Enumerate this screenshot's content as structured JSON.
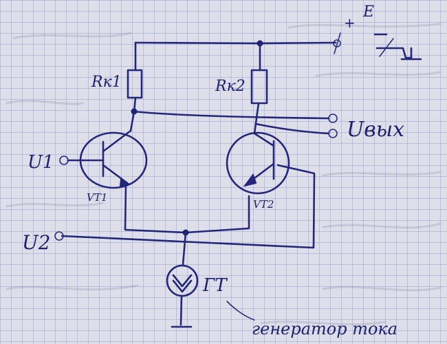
{
  "labels": {
    "e_sign": "+",
    "e_name": "E",
    "rk1": "Rк1",
    "rk2": "Rк2",
    "u1": "U1",
    "u2": "U2",
    "u_out": "Uвых",
    "vt1": "VT1",
    "vt2": "VT2",
    "gt": "ГТ",
    "gt_caption": "генератор тока"
  },
  "colors": {
    "ink": "#24267a",
    "paper": "#dddee7",
    "grid": "#7882be"
  }
}
